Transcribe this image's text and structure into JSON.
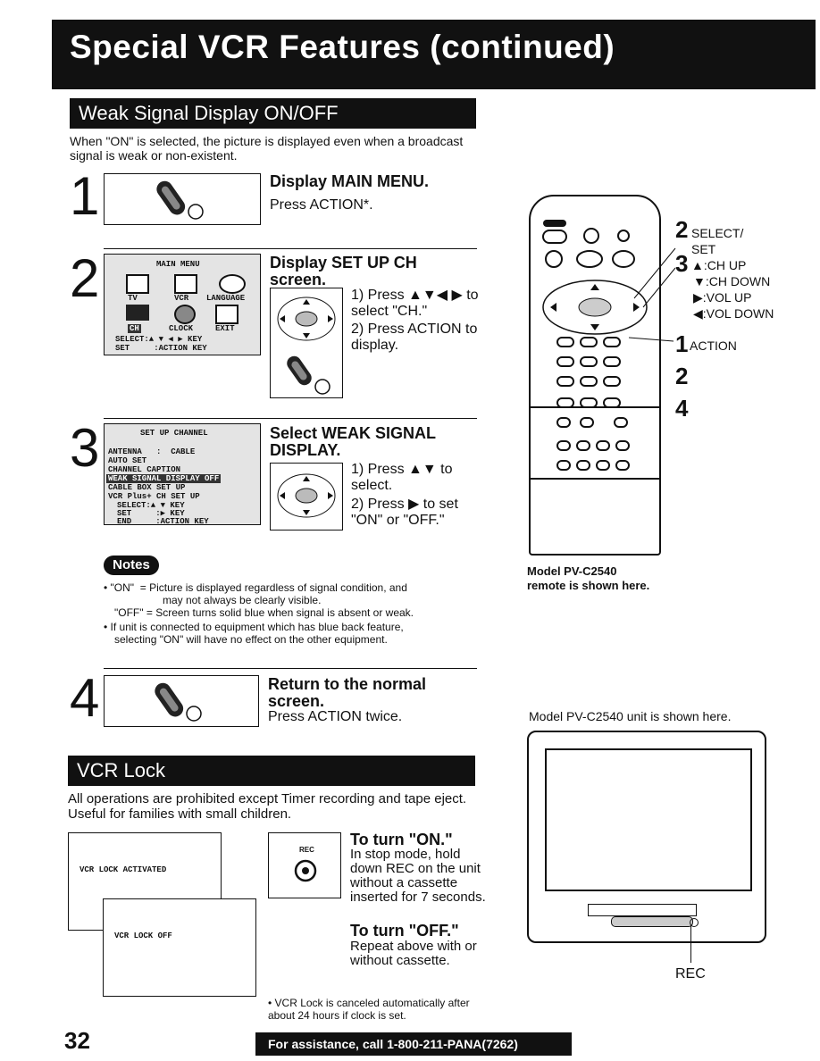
{
  "header": {
    "title": "Special VCR Features (continued)"
  },
  "weak": {
    "heading": "Weak Signal Display ON/OFF",
    "intro": "When \"ON\" is selected, the picture is displayed even when a broadcast signal is weak or non-existent.",
    "step1": {
      "num": "1",
      "title": "Display MAIN MENU.",
      "text": "Press ACTION*."
    },
    "step2": {
      "num": "2",
      "title": "Display SET UP CH screen.",
      "i1": "1) Press ▲▼◀ ▶ to select \"CH.\"",
      "i2": "2) Press ACTION to display.",
      "menu": {
        "title": "MAIN MENU",
        "tv": "TV",
        "vcr": "VCR",
        "language": "LANGUAGE",
        "ch": "CH",
        "clock": "CLOCK",
        "exit": "EXIT",
        "l1": "SELECT:▲ ▼ ◀ ▶ KEY",
        "l2": "SET     :ACTION KEY"
      }
    },
    "step3": {
      "num": "3",
      "title": "Select WEAK SIGNAL DISPLAY.",
      "i1": "1) Press ▲▼ to select.",
      "i2": "2) Press ▶ to set \"ON\" or \"OFF.\"",
      "menu": {
        "title": "SET UP CHANNEL",
        "l1": "ANTENNA   :  CABLE",
        "l2": "AUTO SET",
        "l3": "CHANNEL CAPTION",
        "l4": "WEAK SIGNAL DISPLAY OFF",
        "l5": "CABLE BOX SET UP",
        "l6": "VCR Plus+ CH SET UP",
        "l7": "SELECT:▲ ▼ KEY",
        "l8": "SET     :▶ KEY",
        "l9": "END     :ACTION KEY"
      }
    },
    "notes": {
      "badge": "Notes",
      "n1": "• \"ON\"  = Picture is displayed regardless of signal condition, and",
      "n1b": "may not always be clearly visible.",
      "n2": "\"OFF\" = Screen turns solid blue when signal is absent or weak.",
      "n3": "• If unit is connected to equipment which has blue back feature,",
      "n3b": "selecting \"ON\" will have no effect on the other equipment."
    },
    "step4": {
      "num": "4",
      "title": "Return to the normal screen.",
      "text": "Press ACTION twice."
    }
  },
  "remote": {
    "labels": {
      "n2": "2",
      "select": "SELECT/",
      "set": "SET",
      "n3": "3",
      "chup": "▲:CH UP",
      "chdown": "▼:CH DOWN",
      "volup": "▶:VOL UP",
      "voldown": "◀:VOL DOWN",
      "n1": "1",
      "action": "ACTION",
      "s2": "2",
      "s4": "4"
    },
    "caption1": "Model PV-C2540",
    "caption2": "remote is shown here."
  },
  "unit": {
    "caption": "Model PV-C2540 unit is shown here.",
    "rec": "REC"
  },
  "lock": {
    "heading": "VCR Lock",
    "intro": "All operations are prohibited except Timer recording and tape eject. Useful for families with small children.",
    "screen1": "VCR LOCK ACTIVATED",
    "screen2": "VCR LOCK OFF",
    "rec_label": "REC",
    "on_title": "To turn \"ON.\"",
    "on_text": "In stop mode, hold down REC on the unit without a cassette inserted for 7 seconds.",
    "off_title": "To turn \"OFF.\"",
    "off_text": "Repeat above with or without cassette.",
    "note": "• VCR Lock is canceled automatically after about 24 hours if clock is set."
  },
  "footer": {
    "page": "32",
    "assist": "For assistance, call 1-800-211-PANA(7262)"
  },
  "icons": {
    "action": "action-button-icon",
    "dpad": "dpad-icon",
    "rec": "rec-button-icon"
  }
}
